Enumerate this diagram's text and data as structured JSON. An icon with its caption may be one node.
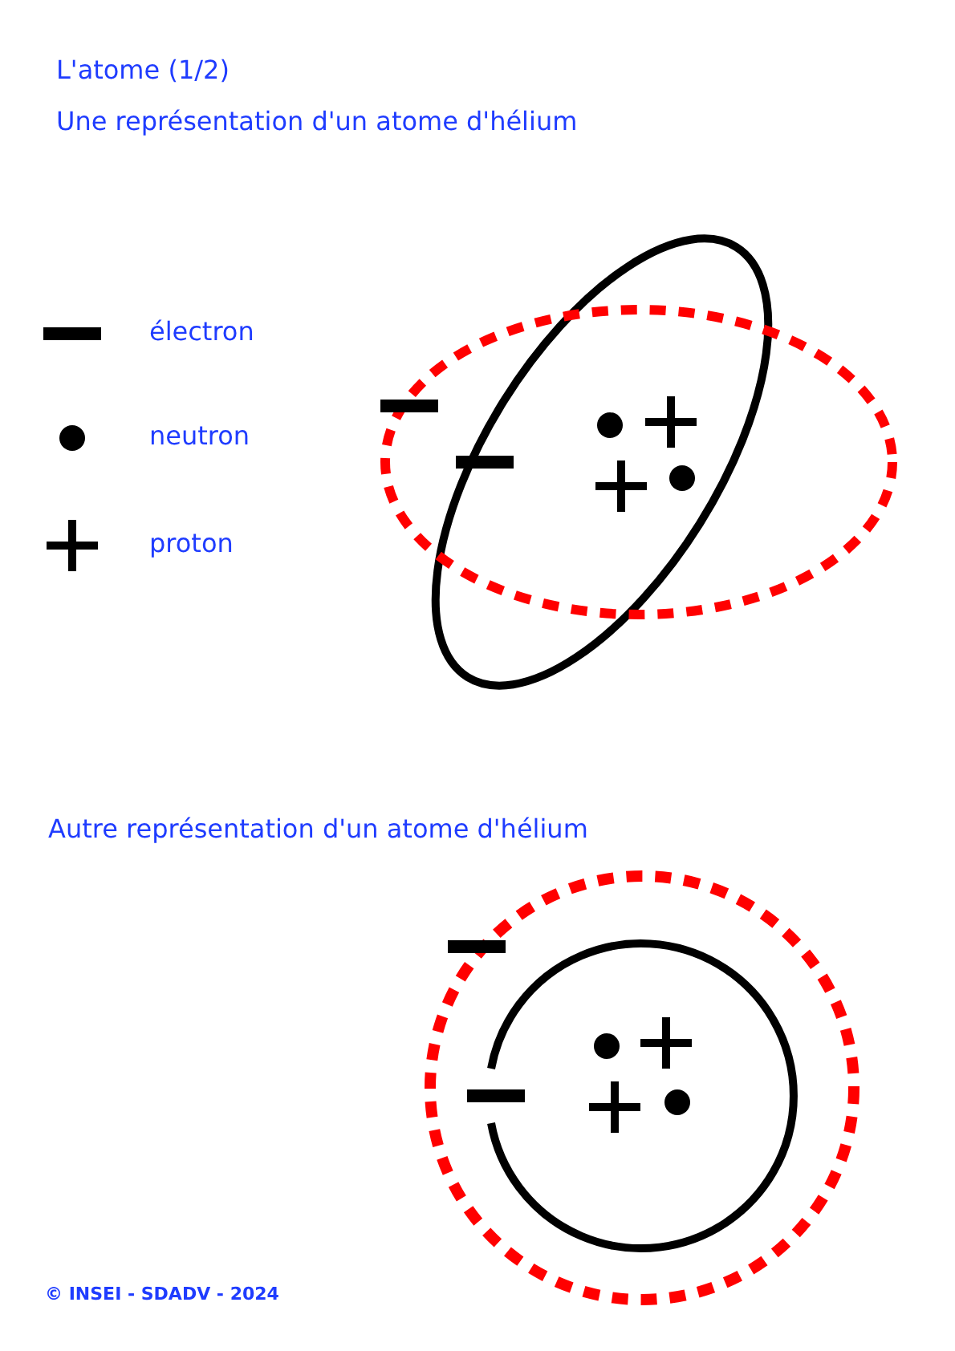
{
  "diagram": {
    "title": "L'atome (1/2)",
    "labels": [
      "Une représentation d'un atome d'hélium",
      "Autre représentation d'un atome d'hélium",
      "© INSEI - SDADV - 2024"
    ],
    "legend": [
      {
        "text": "électron"
      },
      {
        "text": "neutron"
      },
      {
        "text": "proton"
      }
    ]
  }
}
